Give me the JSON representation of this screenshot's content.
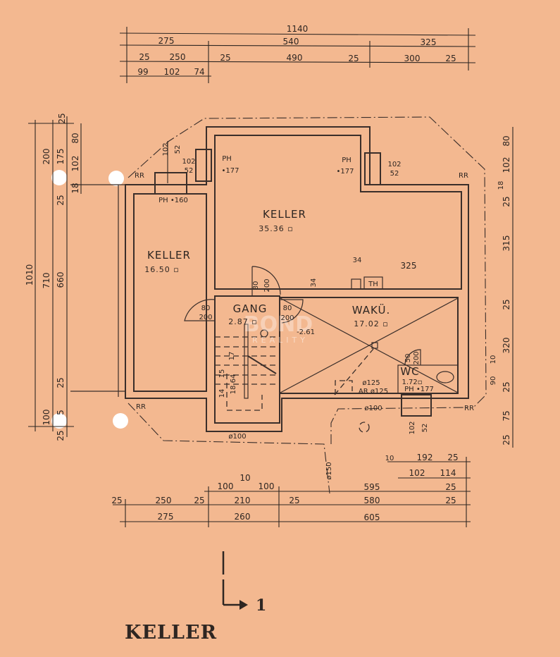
{
  "title": "KELLER",
  "section_marker": "1",
  "watermark": {
    "line1": "BOND",
    "line2": "REALITY"
  },
  "colors": {
    "paper": "#f3b890",
    "ink": "#2e2622"
  },
  "rooms": {
    "keller_large": {
      "name": "KELLER",
      "area": "35.36 ▫"
    },
    "keller_small": {
      "name": "KELLER",
      "area": "16.50 ▫"
    },
    "gang": {
      "name": "GANG",
      "area": "2.87 ▫"
    },
    "waku": {
      "name": "WAKÜ.",
      "area": "17.02 ▫"
    },
    "wc": {
      "name": "WC",
      "area": "1.72▫",
      "ph": "PH •177"
    }
  },
  "annotations": {
    "ph_left": "PH",
    "ph_left_val": "•177",
    "ph_right": "PH",
    "ph_right_val": "•177",
    "ph_small": "PH •160",
    "win_102": "102",
    "win_52": "52",
    "rr": "RR",
    "th": "TH",
    "level": "-2.61",
    "d125": "ø125",
    "ar125": "AR ø125",
    "d100": "ø100",
    "d150": "ø150",
    "d34": "34",
    "d325": "325",
    "door80": "80",
    "door200": "200",
    "door50": "50",
    "stair14": "14",
    "stair15": "15",
    "stair17": "17",
    "stair1864": "18.64"
  },
  "dimensions": {
    "top": [
      [
        "1140"
      ],
      [
        "275",
        "540",
        "325"
      ],
      [
        "25",
        "250",
        "25",
        "490",
        "25",
        "300",
        "25"
      ],
      [
        "99",
        "102",
        "74"
      ]
    ],
    "bottom": [
      [
        "10",
        "192",
        "25"
      ],
      [
        "102",
        "114"
      ],
      [
        "100",
        "10",
        "100",
        "595",
        "25"
      ],
      [
        "25",
        "250",
        "25",
        "210",
        "25",
        "580",
        "25"
      ],
      [
        "275",
        "260",
        "605"
      ]
    ],
    "left": [
      [
        "1010"
      ],
      [
        "200",
        "710",
        "100"
      ],
      [
        "25",
        "175",
        "25",
        "660",
        "25",
        "5",
        "25"
      ],
      [
        "80",
        "102",
        "18"
      ]
    ],
    "right": [
      [
        "80",
        "102",
        "18",
        "25",
        "315",
        "25",
        "320",
        "25",
        "75",
        "25"
      ],
      [
        "90",
        "10"
      ]
    ]
  }
}
